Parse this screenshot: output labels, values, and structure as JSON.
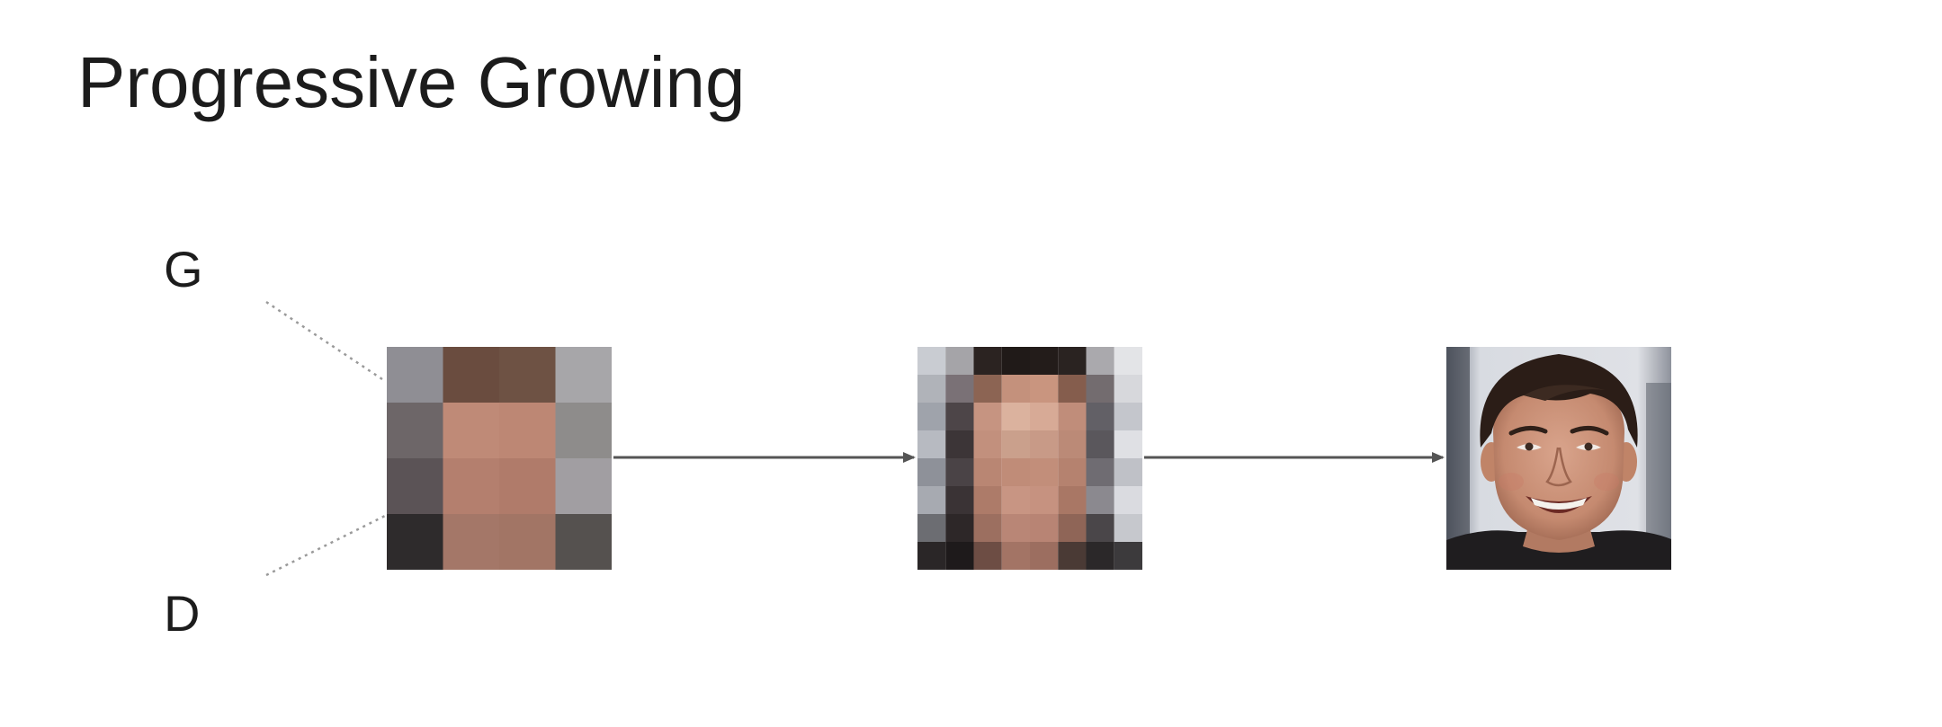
{
  "slide": {
    "title": "Progressive Growing"
  },
  "labels": {
    "generator": "G",
    "discriminator": "D"
  },
  "stages": [
    {
      "name": "4x4 face",
      "resolution_grid": 4
    },
    {
      "name": "8x8 face",
      "resolution_grid": 8
    },
    {
      "name": "full resolution face",
      "resolution_grid": null
    }
  ],
  "colors": {
    "text": "#1c1c1c",
    "arrow": "#555555",
    "dotted_line": "#9a9a9a",
    "skin": "#b9826f",
    "hair": "#5a3f33"
  },
  "icons": {
    "arrow": "arrow-right-icon",
    "connector": "dotted-connector-icon"
  }
}
